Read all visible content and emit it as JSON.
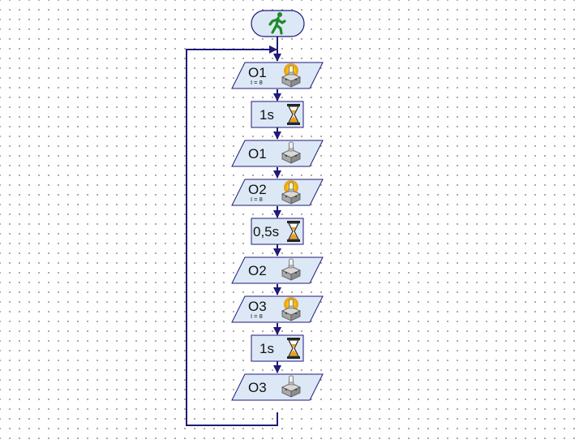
{
  "diagram": {
    "start_icon": "running-man-icon",
    "blocks": [
      {
        "kind": "output",
        "label": "O1",
        "sub": "I = 8",
        "state": "on",
        "icon": "lamp-on-icon"
      },
      {
        "kind": "delay",
        "label": "1s",
        "icon": "hourglass-icon"
      },
      {
        "kind": "output",
        "label": "O1",
        "sub": "",
        "state": "off",
        "icon": "lamp-off-icon"
      },
      {
        "kind": "output",
        "label": "O2",
        "sub": "I = 8",
        "state": "on",
        "icon": "lamp-on-icon"
      },
      {
        "kind": "delay",
        "label": "0,5s",
        "icon": "hourglass-icon"
      },
      {
        "kind": "output",
        "label": "O2",
        "sub": "",
        "state": "off",
        "icon": "lamp-off-icon"
      },
      {
        "kind": "output",
        "label": "O3",
        "sub": "I = 8",
        "state": "on",
        "icon": "lamp-on-icon"
      },
      {
        "kind": "delay",
        "label": "1s",
        "icon": "hourglass-icon"
      },
      {
        "kind": "output",
        "label": "O3",
        "sub": "",
        "state": "off",
        "icon": "lamp-off-icon"
      }
    ],
    "colors": {
      "block_fill": "#dde8f6",
      "line": "#1f1a7a",
      "lamp_glow": "#f5b800",
      "hourglass_sand": "#f0a000",
      "start_figure": "#1e8a2a"
    }
  }
}
